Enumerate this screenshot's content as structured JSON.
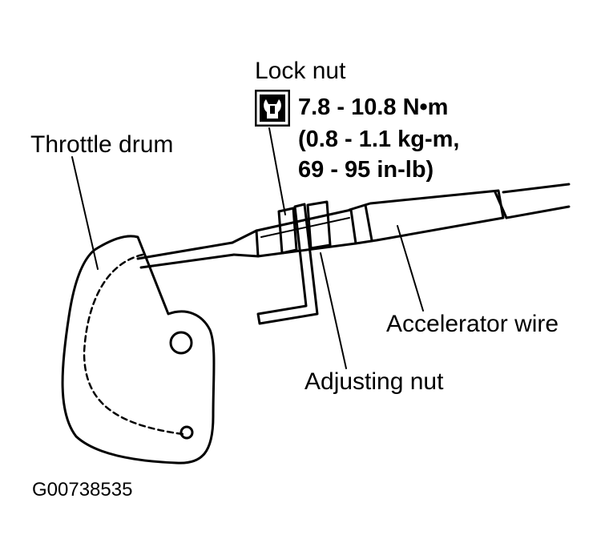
{
  "labels": {
    "lock_nut": "Lock nut",
    "torque_nm": "7.8 - 10.8 N•m",
    "torque_kgm": "(0.8 - 1.1 kg-m,",
    "torque_inlb": "69 - 95 in-lb)",
    "throttle_drum": "Throttle drum",
    "accelerator_wire": "Accelerator wire",
    "adjusting_nut": "Adjusting nut",
    "figure_code": "G00738535"
  },
  "icons": {
    "torque": "torque-wrench-icon"
  },
  "colors": {
    "ink": "#000000",
    "paper": "#ffffff"
  }
}
